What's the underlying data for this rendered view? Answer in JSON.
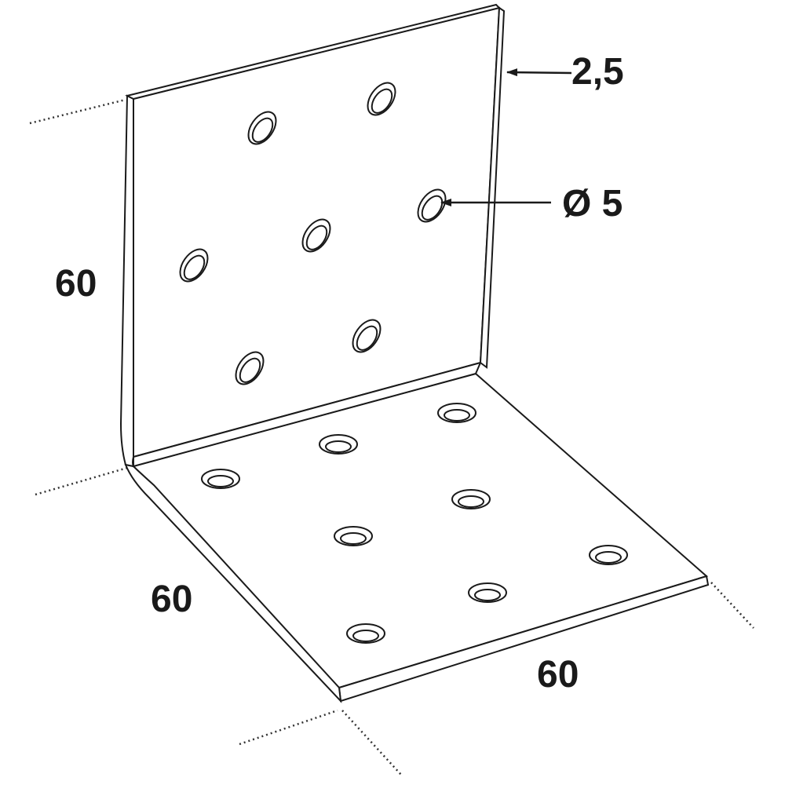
{
  "dimensions": {
    "vertical_height": "60",
    "base_depth": "60",
    "width": "60",
    "thickness": "2,5",
    "hole_diameter": "Ø 5"
  },
  "colors": {
    "line": "#1a1a1a",
    "plate_fill": "#ffffff",
    "dotted_extension": "#333333"
  }
}
